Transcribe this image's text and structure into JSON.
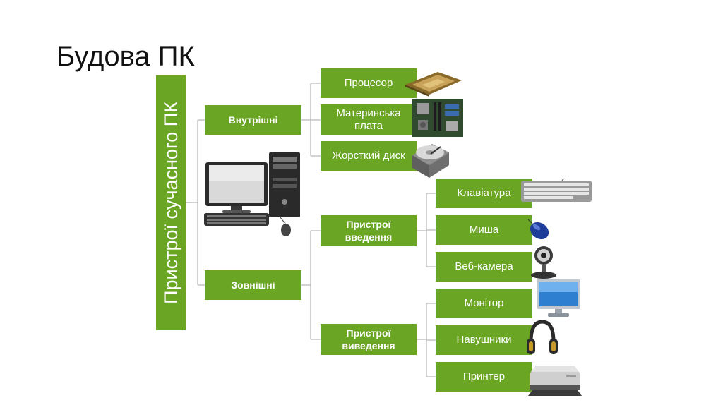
{
  "slide": {
    "title": "Будова ПК",
    "root": "Пристрої сучасного ПК",
    "internal": {
      "label": "Внутрішні",
      "items": [
        "Процесор",
        "Материнська плата",
        "Жорсткий диск"
      ]
    },
    "external": {
      "label": "Зовнішні",
      "input": {
        "label": "Пристрої введення",
        "items": [
          "Клавіатура",
          "Миша",
          "Веб-камера"
        ]
      },
      "output": {
        "label": "Пристрої виведення",
        "items": [
          "Монітор",
          "Навушники",
          "Принтер"
        ]
      }
    }
  },
  "icons": [
    "computer-set-icon",
    "cpu-chip-icon",
    "motherboard-icon",
    "hard-disk-icon",
    "keyboard-icon",
    "mouse-icon",
    "webcam-icon",
    "monitor-icon",
    "headphones-icon",
    "printer-icon"
  ],
  "colors": {
    "box_green": "#6aa623",
    "line_gray": "#b5b5b5",
    "text": "#ffffff"
  }
}
